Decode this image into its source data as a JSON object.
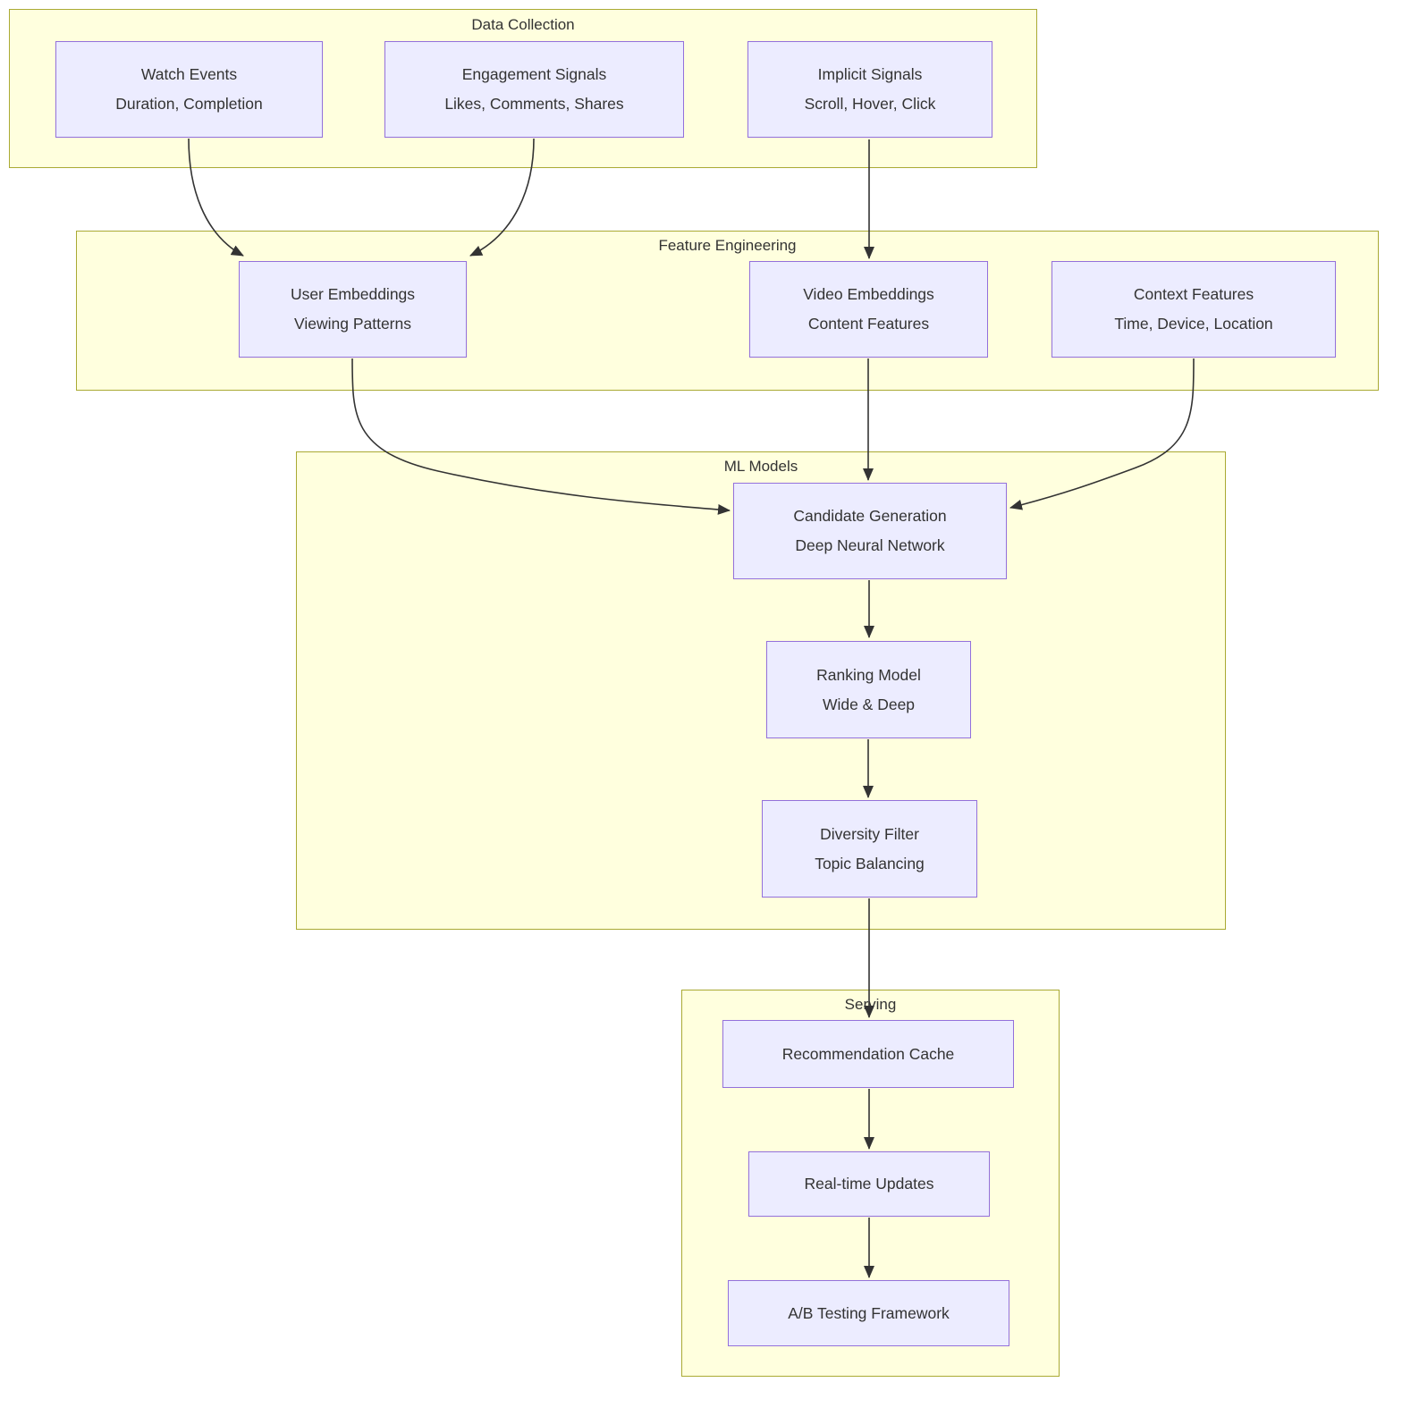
{
  "diagram": {
    "type": "flowchart",
    "groups": {
      "data_collection": {
        "title": "Data Collection",
        "nodes": {
          "watch_events": {
            "line1": "Watch Events",
            "line2": "Duration, Completion"
          },
          "engagement_signals": {
            "line1": "Engagement Signals",
            "line2": "Likes, Comments, Shares"
          },
          "implicit_signals": {
            "line1": "Implicit Signals",
            "line2": "Scroll, Hover, Click"
          }
        }
      },
      "feature_engineering": {
        "title": "Feature Engineering",
        "nodes": {
          "user_embeddings": {
            "line1": "User Embeddings",
            "line2": "Viewing Patterns"
          },
          "video_embeddings": {
            "line1": "Video Embeddings",
            "line2": "Content Features"
          },
          "context_features": {
            "line1": "Context Features",
            "line2": "Time, Device, Location"
          }
        }
      },
      "ml_models": {
        "title": "ML Models",
        "nodes": {
          "candidate_generation": {
            "line1": "Candidate Generation",
            "line2": "Deep Neural Network"
          },
          "ranking_model": {
            "line1": "Ranking Model",
            "line2": "Wide & Deep"
          },
          "diversity_filter": {
            "line1": "Diversity Filter",
            "line2": "Topic Balancing"
          }
        }
      },
      "serving": {
        "title": "Serving",
        "nodes": {
          "recommendation_cache": {
            "line1": "Recommendation Cache"
          },
          "realtime_updates": {
            "line1": "Real-time Updates"
          },
          "ab_testing": {
            "line1": "A/B Testing Framework"
          }
        }
      }
    },
    "edges": [
      {
        "from": "watch_events",
        "to": "user_embeddings"
      },
      {
        "from": "engagement_signals",
        "to": "user_embeddings"
      },
      {
        "from": "implicit_signals",
        "to": "video_embeddings"
      },
      {
        "from": "user_embeddings",
        "to": "candidate_generation"
      },
      {
        "from": "video_embeddings",
        "to": "candidate_generation"
      },
      {
        "from": "context_features",
        "to": "candidate_generation"
      },
      {
        "from": "candidate_generation",
        "to": "ranking_model"
      },
      {
        "from": "ranking_model",
        "to": "diversity_filter"
      },
      {
        "from": "diversity_filter",
        "to": "recommendation_cache"
      },
      {
        "from": "recommendation_cache",
        "to": "realtime_updates"
      },
      {
        "from": "realtime_updates",
        "to": "ab_testing"
      }
    ],
    "colors": {
      "cluster_fill": "#ffffde",
      "cluster_border": "#aaaa33",
      "node_fill": "#ececff",
      "node_border": "#9370db",
      "edge": "#333333",
      "text": "#333333"
    }
  }
}
